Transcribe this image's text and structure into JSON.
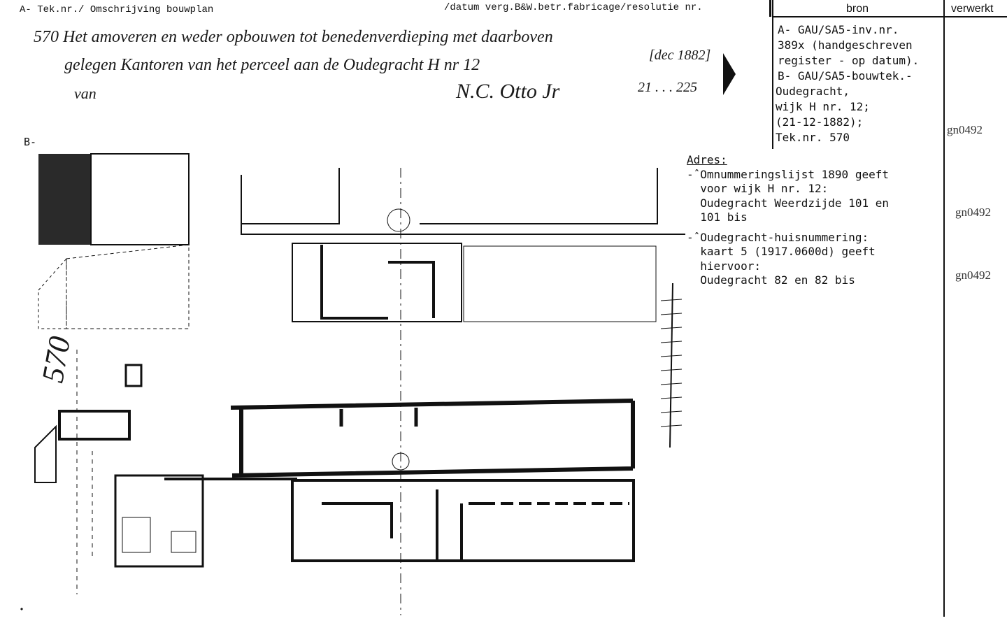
{
  "header": {
    "left": "A- Tek.nr./ Omschrijving bouwplan",
    "middle": "/datum verg.B&W.betr.fabricage/resolutie nr.",
    "col_bron": "bron",
    "col_verwerkt": "verwerkt"
  },
  "bron": {
    "lines": [
      "A- GAU/SA5-inv.nr.",
      "389x (handgeschreven",
      "register - op datum).",
      "B- GAU/SA5-bouwtek.-",
      "Oudegracht,",
      "wijk H nr. 12;",
      "(21-12-1882);",
      "Tek.nr. 570"
    ],
    "verwerkt": "gn0492"
  },
  "handwritten": {
    "line1": "570 Het amoveren en weder opbouwen tot benedenverdieping met daarboven",
    "line2": "gelegen Kantoren van het perceel aan de Oudegracht H nr 12",
    "line3": "van",
    "date": "[dec 1882]",
    "signature": "N.C. Otto Jr",
    "resolution": "21 . . . 225",
    "drawing_number": "570"
  },
  "section_b_label": "B-",
  "adres": {
    "title": "Adres:",
    "entries": [
      {
        "lines": [
          "-ˆOmnummeringslijst 1890 geeft",
          "  voor wijk H nr. 12:",
          "  Oudegracht Weerdzijde 101 en",
          "  101 bis"
        ],
        "verwerkt": "gn0492"
      },
      {
        "lines": [
          "-ˆOudegracht-huisnummering:",
          "  kaart 5 (1917.0600d) geeft",
          "  hiervoor:",
          "  Oudegracht 82 en 82 bis"
        ],
        "verwerkt": "gn0492"
      }
    ]
  }
}
